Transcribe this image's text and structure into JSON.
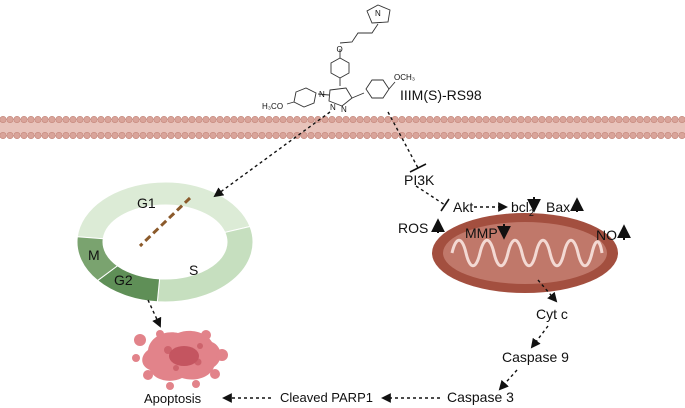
{
  "title": "",
  "compound": {
    "name": "IIIM(S)-RS98",
    "substituent_left": "H₃CO",
    "substituent_right": "OCH₃",
    "link_atom": "O",
    "triazole_n1": "N",
    "triazole_n2": "N",
    "triazole_n3": "N",
    "pyrrolidine_n": "N"
  },
  "cell_cycle": {
    "phases": [
      {
        "label": "G1",
        "color": "#dcebd6"
      },
      {
        "label": "S",
        "color": "#c6dfbf"
      },
      {
        "label": "G2",
        "color": "#5f8f57"
      },
      {
        "label": "M",
        "color": "#7aa36f"
      }
    ],
    "arrest_marker_color": "#8b5a2b"
  },
  "signaling": {
    "pi3k": "PI3K",
    "akt": "Akt",
    "bcl2": "bcl",
    "bcl2_subscript": "2",
    "bax": "Bax",
    "mmp": "MMP",
    "ros": "ROS",
    "no": "NO"
  },
  "cascade": {
    "cytc": "Cyt c",
    "casp9": "Caspase 9",
    "casp3": "Caspase 3",
    "parp": "Cleaved PARP1",
    "apoptosis": "Apoptosis"
  },
  "colors": {
    "membrane_head": "#d9a49a",
    "membrane_tail": "#c4877b",
    "mito_outer": "#a34f3f",
    "mito_inner": "#c0786a",
    "apoptotic_cell": "#e2838a",
    "apoptotic_core": "#c45560"
  }
}
